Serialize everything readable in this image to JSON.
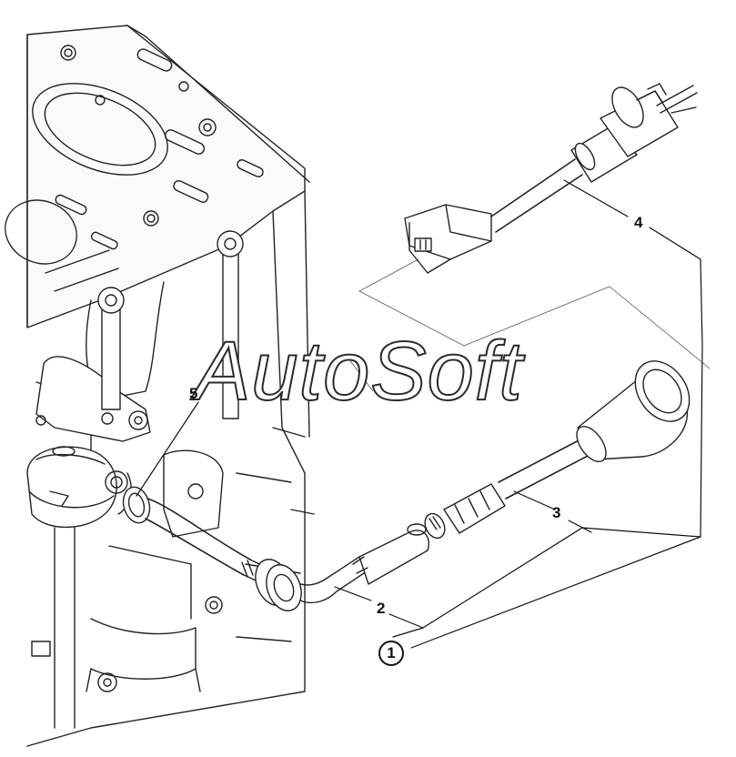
{
  "diagram": {
    "callouts": {
      "c1": "1",
      "c2": "2",
      "c3": "3",
      "c4": "4",
      "c5": "5"
    },
    "watermark": "AutoSoft"
  }
}
